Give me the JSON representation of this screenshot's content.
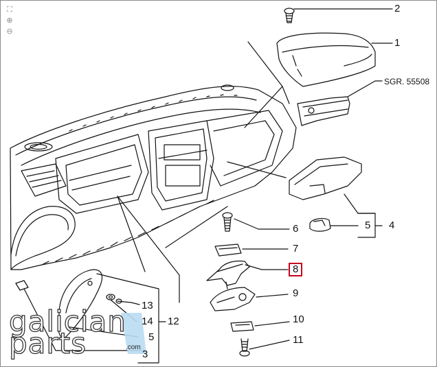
{
  "toolbar": {
    "items": [
      {
        "name": "fullscreen",
        "glyph": "⛶"
      },
      {
        "name": "zoom-in",
        "glyph": "⊕"
      },
      {
        "name": "zoom-out",
        "glyph": "⊖"
      }
    ]
  },
  "callouts": {
    "c1": "1",
    "c2": "2",
    "sgr": "SGR. 55508",
    "c4": "4",
    "c5a": "5",
    "c6": "6",
    "c7": "7",
    "c8": "8",
    "c9": "9",
    "c10": "10",
    "c11": "11",
    "c12": "12",
    "c13": "13",
    "c14": "14",
    "c5b": "5",
    "c3": "3"
  },
  "highlight_color": "#c8001e",
  "watermark": {
    "line1": "galician",
    "line2": "parts",
    "suffix": ".com"
  }
}
